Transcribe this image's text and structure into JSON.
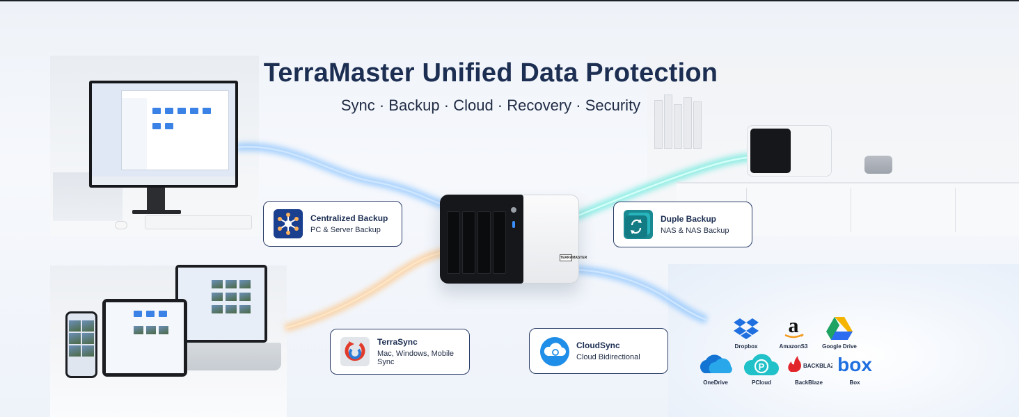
{
  "header": {
    "title": "TerraMaster Unified Data Protection",
    "subtitle": "Sync · Backup · Cloud · Recovery · Security"
  },
  "features": {
    "centralized_backup": {
      "title": "Centralized Backup",
      "subtitle": "PC & Server Backup",
      "icon": "network-hub-icon"
    },
    "duple_backup": {
      "title": "Duple Backup",
      "subtitle": "NAS & NAS Backup",
      "icon": "sync-arrows-icon"
    },
    "terrasync": {
      "title": "TerraSync",
      "subtitle": "Mac, Windows, Mobile Sync",
      "icon": "terrasync-logo-icon"
    },
    "cloudsync": {
      "title": "CloudSync",
      "subtitle": "Cloud Bidirectional",
      "icon": "cloud-sync-icon"
    }
  },
  "cloud_services": [
    {
      "name": "Dropbox",
      "icon": "dropbox-logo-icon"
    },
    {
      "name": "AmazonS3",
      "icon": "amazon-logo-icon"
    },
    {
      "name": "Google Drive",
      "icon": "google-drive-logo-icon"
    },
    {
      "name": "OneDrive",
      "icon": "onedrive-logo-icon"
    },
    {
      "name": "PCloud",
      "icon": "pcloud-logo-icon"
    },
    {
      "name": "BackBlaze",
      "icon": "backblaze-logo-icon",
      "logo_text": "BACKBLAZE"
    },
    {
      "name": "Box",
      "icon": "box-logo-icon",
      "logo_text": "box"
    }
  ],
  "nas_badge": "TERRAMASTER",
  "colors": {
    "title": "#1c2e52",
    "stream_blue": "#4aa3ff",
    "stream_cyan": "#2fe3d0",
    "stream_orange": "#ffb25a",
    "card_border": "#2a3c66"
  }
}
